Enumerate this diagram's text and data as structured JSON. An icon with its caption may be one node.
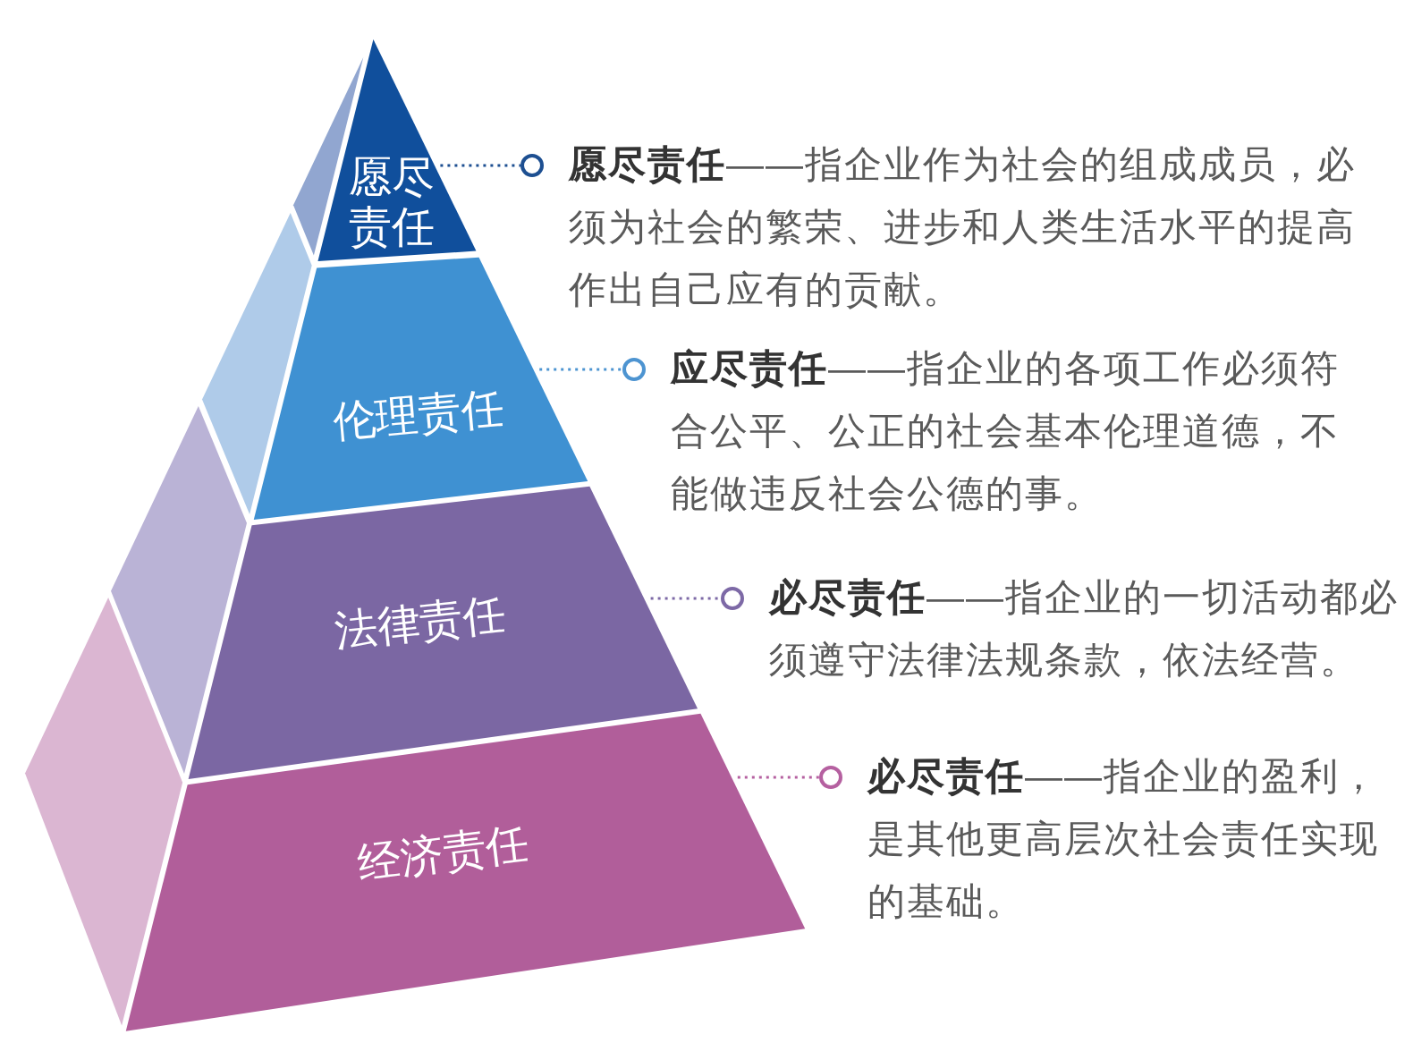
{
  "diagram": {
    "nodes": [
      {
        "text": [
          "愿尽责任"
        ]
      },
      {
        "text": [
          "伦理责任"
        ]
      },
      {
        "text": [
          "法律责任"
        ]
      },
      {
        "text": [
          "经济责任"
        ]
      },
      {
        "text": [
          "**愿尽责任**——指企业作为社会的组成成员，必须为社会的繁荣、进步和人类生活水平的提高作出自己应有的贡献。"
        ]
      },
      {
        "text": [
          "**应尽责任**——指企业的各项工作必须符合公平、公正的社会基本伦理道德，不能做违反社会公德的事。"
        ]
      },
      {
        "text": [
          "**必尽责任**——指企业的一切活动都必须遵守法律法规条款，依法经营。"
        ]
      },
      {
        "text": [
          "**必尽责任**——指企业的盈利，是其他更高层次社会责任实现的基础。"
        ]
      }
    ],
    "edges": [
      {
        "from": 0,
        "to": 4,
        "arrow": "other",
        "style": "dashed",
        "color": "#1d4f91"
      },
      {
        "from": 1,
        "to": 5,
        "arrow": "other",
        "style": "dashed",
        "color": "#4d94d1"
      },
      {
        "from": 2,
        "to": 6,
        "arrow": "other",
        "style": "dashed",
        "color": "#7d69a6"
      },
      {
        "from": 3,
        "to": 7,
        "arrow": "other",
        "style": "dashed",
        "color": "#b560a0"
      }
    ]
  }
}
